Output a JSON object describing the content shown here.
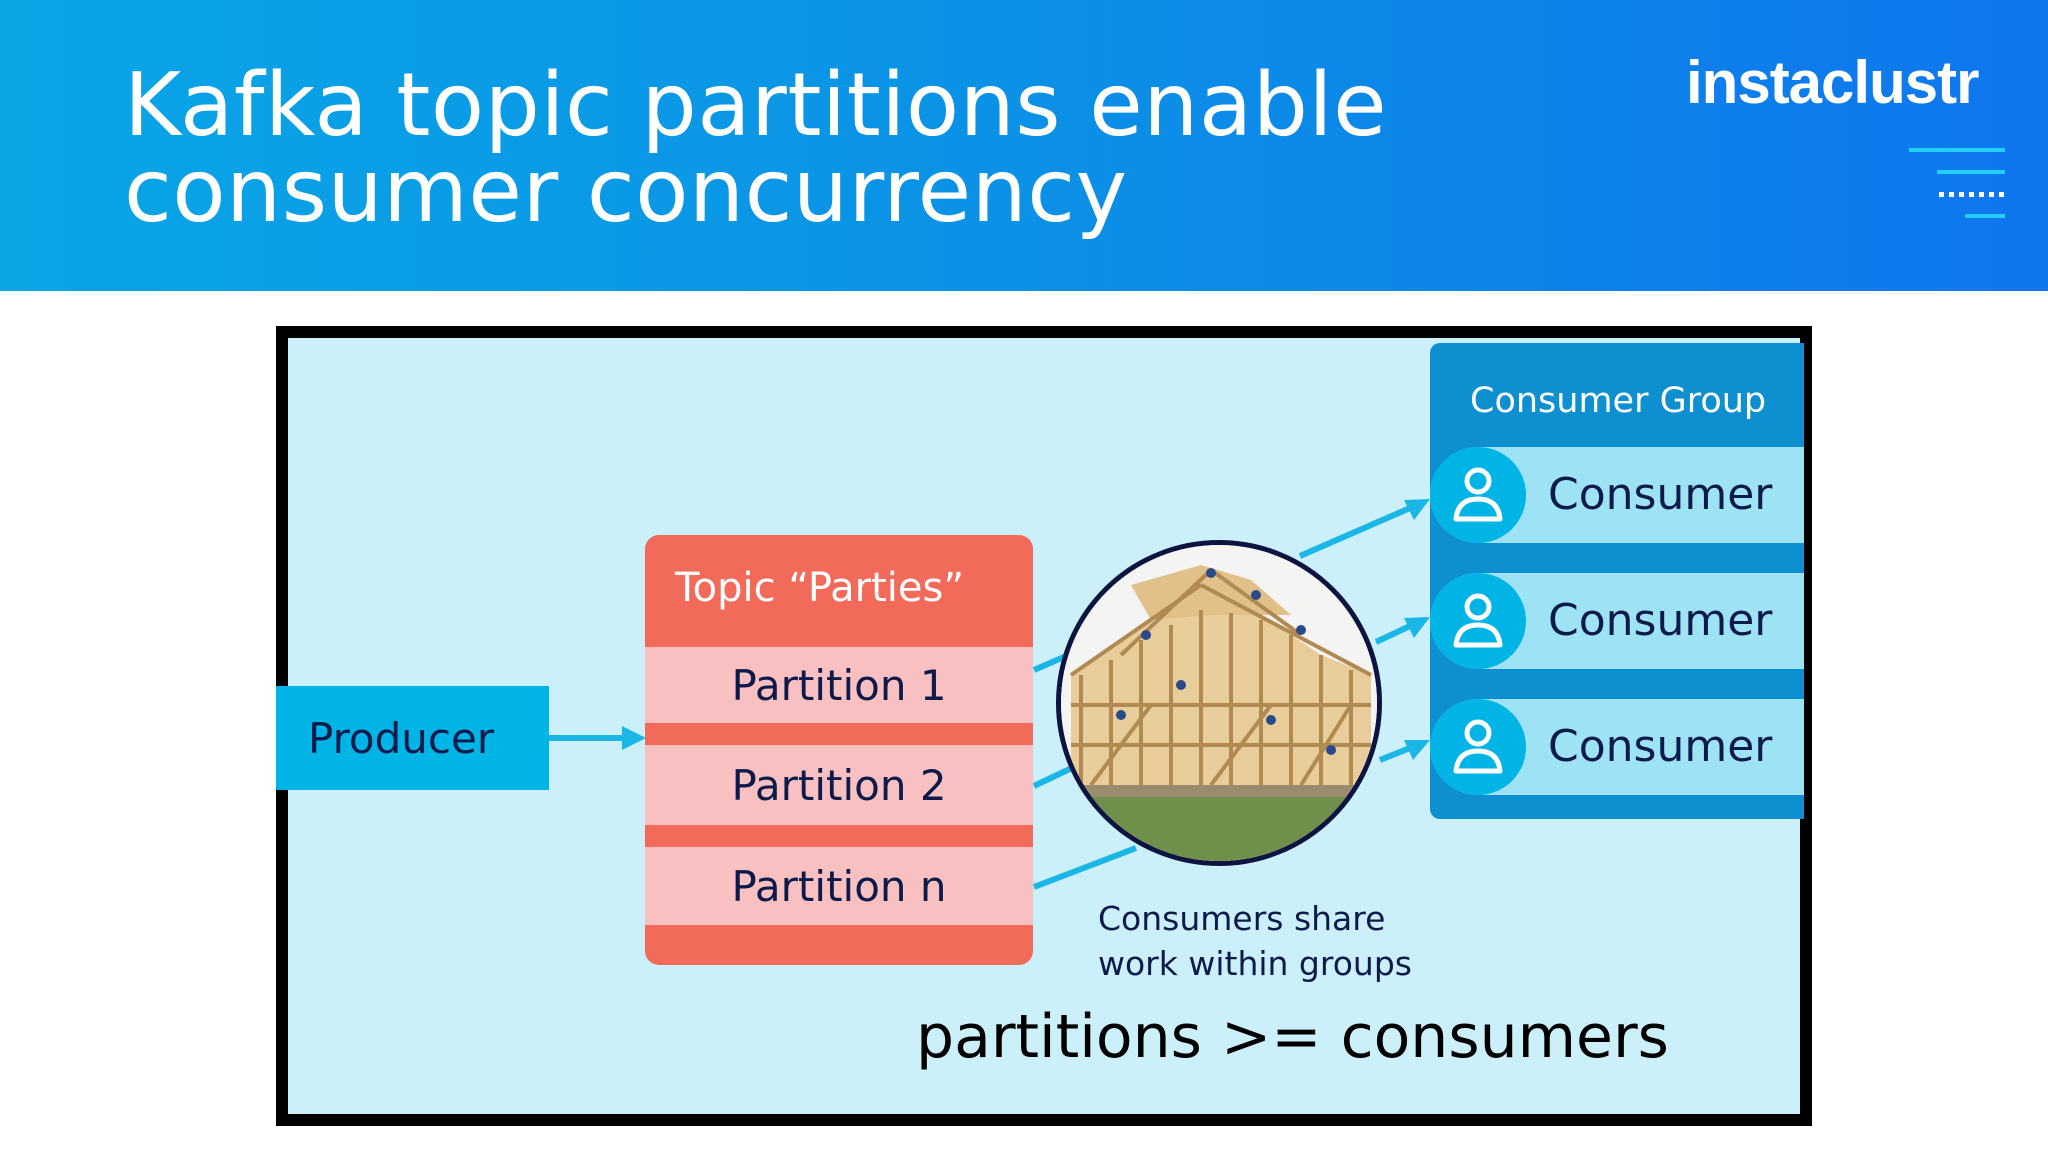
{
  "header": {
    "title_line1": "Kafka topic partitions enable",
    "title_line2": "consumer concurrency",
    "logo_text": "instaclustr",
    "background_color": "#0b91e6"
  },
  "diagram": {
    "producer_label": "Producer",
    "topic": {
      "title": "Topic “Parties”",
      "partitions": [
        "Partition 1",
        "Partition 2",
        "Partition n"
      ]
    },
    "consumer_group": {
      "title": "Consumer Group",
      "consumers": [
        "Consumer",
        "Consumer",
        "Consumer"
      ]
    },
    "caption_line1": "Consumers share",
    "caption_line2": "work within groups",
    "rule": "partitions >= consumers",
    "colors": {
      "panel_background": "#ccf0fa",
      "producer": "#00b4e6",
      "topic": "#f16a5a",
      "partition": "#f8c0c0",
      "consumer_group": "#0d8fd0",
      "consumer": "#9ee2f6",
      "arrow": "#19b6e6"
    },
    "icons": {
      "consumer": "person-icon",
      "photo": "house-frame-construction"
    }
  }
}
